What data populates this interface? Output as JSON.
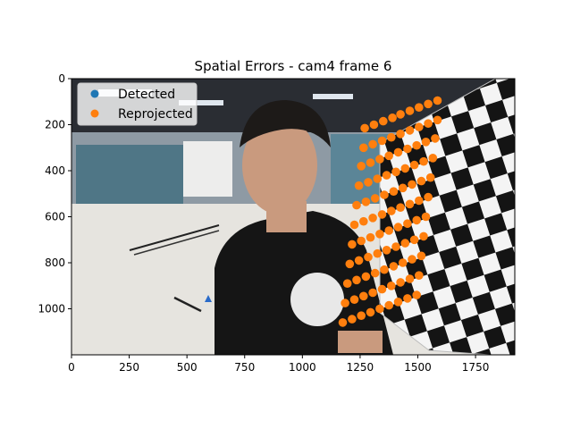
{
  "chart_data": {
    "type": "scatter",
    "title": "Spatial Errors - cam4 frame 6",
    "xlabel": "",
    "ylabel": "",
    "xlim": [
      0,
      1920
    ],
    "ylim": [
      1200,
      0
    ],
    "x_ticks": [
      0,
      250,
      500,
      750,
      1000,
      1250,
      1500,
      1750
    ],
    "y_ticks": [
      0,
      200,
      400,
      600,
      800,
      1000
    ],
    "grid": false,
    "legend_position": "top-left",
    "background": "photograph of a person holding a checkerboard calibration target in a room",
    "series": [
      {
        "name": "Detected",
        "color": "#1f77b4",
        "points": [
          [
            1270,
            215
          ],
          [
            1310,
            200
          ],
          [
            1350,
            185
          ],
          [
            1390,
            170
          ],
          [
            1425,
            155
          ],
          [
            1465,
            140
          ],
          [
            1505,
            125
          ],
          [
            1545,
            110
          ],
          [
            1585,
            95
          ],
          [
            1265,
            300
          ],
          [
            1305,
            285
          ],
          [
            1345,
            270
          ],
          [
            1385,
            255
          ],
          [
            1425,
            240
          ],
          [
            1465,
            225
          ],
          [
            1505,
            210
          ],
          [
            1545,
            195
          ],
          [
            1585,
            180
          ],
          [
            1255,
            380
          ],
          [
            1295,
            365
          ],
          [
            1335,
            350
          ],
          [
            1375,
            335
          ],
          [
            1415,
            320
          ],
          [
            1455,
            305
          ],
          [
            1495,
            290
          ],
          [
            1535,
            275
          ],
          [
            1575,
            260
          ],
          [
            1245,
            465
          ],
          [
            1285,
            450
          ],
          [
            1325,
            435
          ],
          [
            1365,
            420
          ],
          [
            1405,
            405
          ],
          [
            1445,
            390
          ],
          [
            1485,
            375
          ],
          [
            1525,
            360
          ],
          [
            1565,
            345
          ],
          [
            1235,
            550
          ],
          [
            1275,
            535
          ],
          [
            1315,
            520
          ],
          [
            1355,
            505
          ],
          [
            1395,
            490
          ],
          [
            1435,
            475
          ],
          [
            1475,
            460
          ],
          [
            1515,
            445
          ],
          [
            1555,
            430
          ],
          [
            1225,
            635
          ],
          [
            1265,
            620
          ],
          [
            1305,
            605
          ],
          [
            1345,
            590
          ],
          [
            1385,
            575
          ],
          [
            1425,
            560
          ],
          [
            1465,
            545
          ],
          [
            1505,
            530
          ],
          [
            1545,
            515
          ],
          [
            1215,
            720
          ],
          [
            1255,
            705
          ],
          [
            1295,
            690
          ],
          [
            1335,
            675
          ],
          [
            1375,
            660
          ],
          [
            1415,
            645
          ],
          [
            1455,
            630
          ],
          [
            1495,
            615
          ],
          [
            1535,
            600
          ],
          [
            1205,
            805
          ],
          [
            1245,
            790
          ],
          [
            1285,
            775
          ],
          [
            1325,
            760
          ],
          [
            1365,
            745
          ],
          [
            1405,
            730
          ],
          [
            1445,
            715
          ],
          [
            1485,
            700
          ],
          [
            1525,
            685
          ],
          [
            1195,
            890
          ],
          [
            1235,
            875
          ],
          [
            1275,
            860
          ],
          [
            1315,
            845
          ],
          [
            1355,
            830
          ],
          [
            1395,
            815
          ],
          [
            1435,
            800
          ],
          [
            1475,
            785
          ],
          [
            1515,
            770
          ],
          [
            1185,
            975
          ],
          [
            1225,
            960
          ],
          [
            1265,
            945
          ],
          [
            1305,
            930
          ],
          [
            1345,
            915
          ],
          [
            1385,
            900
          ],
          [
            1425,
            885
          ],
          [
            1465,
            870
          ],
          [
            1505,
            855
          ],
          [
            1175,
            1060
          ],
          [
            1215,
            1045
          ],
          [
            1255,
            1030
          ],
          [
            1295,
            1015
          ],
          [
            1335,
            1000
          ],
          [
            1375,
            985
          ],
          [
            1415,
            970
          ],
          [
            1455,
            955
          ],
          [
            1495,
            940
          ]
        ]
      },
      {
        "name": "Reprojected",
        "color": "#ff7f0e",
        "points": [
          [
            1270,
            215
          ],
          [
            1310,
            200
          ],
          [
            1350,
            185
          ],
          [
            1390,
            170
          ],
          [
            1425,
            155
          ],
          [
            1465,
            140
          ],
          [
            1505,
            125
          ],
          [
            1545,
            110
          ],
          [
            1585,
            95
          ],
          [
            1265,
            300
          ],
          [
            1305,
            285
          ],
          [
            1345,
            270
          ],
          [
            1385,
            255
          ],
          [
            1425,
            240
          ],
          [
            1465,
            225
          ],
          [
            1505,
            210
          ],
          [
            1545,
            195
          ],
          [
            1585,
            180
          ],
          [
            1255,
            380
          ],
          [
            1295,
            365
          ],
          [
            1335,
            350
          ],
          [
            1375,
            335
          ],
          [
            1415,
            320
          ],
          [
            1455,
            305
          ],
          [
            1495,
            290
          ],
          [
            1535,
            275
          ],
          [
            1575,
            260
          ],
          [
            1245,
            465
          ],
          [
            1285,
            450
          ],
          [
            1325,
            435
          ],
          [
            1365,
            420
          ],
          [
            1405,
            405
          ],
          [
            1445,
            390
          ],
          [
            1485,
            375
          ],
          [
            1525,
            360
          ],
          [
            1565,
            345
          ],
          [
            1235,
            550
          ],
          [
            1275,
            535
          ],
          [
            1315,
            520
          ],
          [
            1355,
            505
          ],
          [
            1395,
            490
          ],
          [
            1435,
            475
          ],
          [
            1475,
            460
          ],
          [
            1515,
            445
          ],
          [
            1555,
            430
          ],
          [
            1225,
            635
          ],
          [
            1265,
            620
          ],
          [
            1305,
            605
          ],
          [
            1345,
            590
          ],
          [
            1385,
            575
          ],
          [
            1425,
            560
          ],
          [
            1465,
            545
          ],
          [
            1505,
            530
          ],
          [
            1545,
            515
          ],
          [
            1215,
            720
          ],
          [
            1255,
            705
          ],
          [
            1295,
            690
          ],
          [
            1335,
            675
          ],
          [
            1375,
            660
          ],
          [
            1415,
            645
          ],
          [
            1455,
            630
          ],
          [
            1495,
            615
          ],
          [
            1535,
            600
          ],
          [
            1205,
            805
          ],
          [
            1245,
            790
          ],
          [
            1285,
            775
          ],
          [
            1325,
            760
          ],
          [
            1365,
            745
          ],
          [
            1405,
            730
          ],
          [
            1445,
            715
          ],
          [
            1485,
            700
          ],
          [
            1525,
            685
          ],
          [
            1195,
            890
          ],
          [
            1235,
            875
          ],
          [
            1275,
            860
          ],
          [
            1315,
            845
          ],
          [
            1355,
            830
          ],
          [
            1395,
            815
          ],
          [
            1435,
            800
          ],
          [
            1475,
            785
          ],
          [
            1515,
            770
          ],
          [
            1185,
            975
          ],
          [
            1225,
            960
          ],
          [
            1265,
            945
          ],
          [
            1305,
            930
          ],
          [
            1345,
            915
          ],
          [
            1385,
            900
          ],
          [
            1425,
            885
          ],
          [
            1465,
            870
          ],
          [
            1505,
            855
          ],
          [
            1175,
            1060
          ],
          [
            1215,
            1045
          ],
          [
            1255,
            1030
          ],
          [
            1295,
            1015
          ],
          [
            1335,
            1000
          ],
          [
            1375,
            985
          ],
          [
            1415,
            970
          ],
          [
            1455,
            955
          ],
          [
            1495,
            940
          ]
        ]
      }
    ]
  }
}
